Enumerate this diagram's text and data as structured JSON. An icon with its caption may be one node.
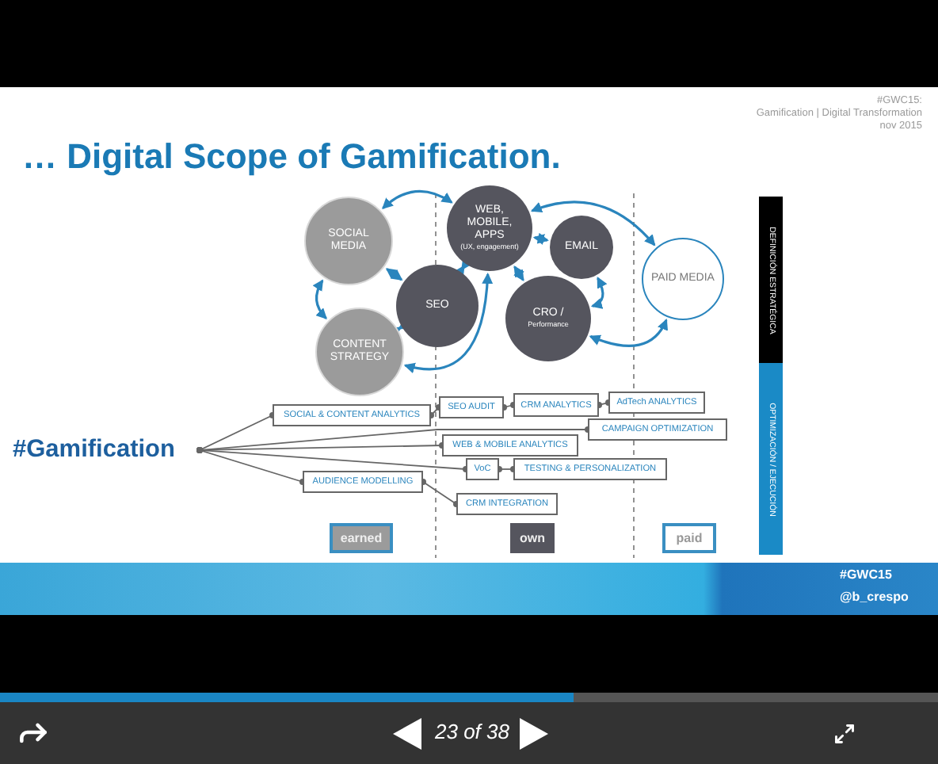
{
  "diagram": {
    "title": "… Digital Scope of Gamification.",
    "nodes": [
      {
        "text": [
          "SOCIAL MEDIA"
        ]
      },
      {
        "text": [
          "WEB, MOBILE, APPS",
          "(UX, engagement)"
        ]
      },
      {
        "text": [
          "EMAIL"
        ]
      },
      {
        "text": [
          "PAID MEDIA"
        ]
      },
      {
        "text": [
          "SEO"
        ]
      },
      {
        "text": [
          "CRO /",
          "Performance"
        ]
      },
      {
        "text": [
          "CONTENT STRATEGY"
        ]
      },
      {
        "text": [
          "#Gamification"
        ]
      },
      {
        "text": [
          "SOCIAL & CONTENT ANALYTICS"
        ]
      },
      {
        "text": [
          "SEO AUDIT"
        ]
      },
      {
        "text": [
          "CRM ANALYTICS"
        ]
      },
      {
        "text": [
          "AdTech ANALYTICS"
        ]
      },
      {
        "text": [
          "CAMPAIGN OPTIMIZATION"
        ]
      },
      {
        "text": [
          "WEB & MOBILE ANALYTICS"
        ]
      },
      {
        "text": [
          "VoC"
        ]
      },
      {
        "text": [
          "TESTING & PERSONALIZATION"
        ]
      },
      {
        "text": [
          "AUDIENCE MODELLING"
        ]
      },
      {
        "text": [
          "CRM INTEGRATION"
        ]
      },
      {
        "text": [
          "earned"
        ]
      },
      {
        "text": [
          "own"
        ]
      },
      {
        "text": [
          "paid"
        ]
      },
      {
        "text": [
          "DEFINICIÓN ESTRATÉGICA"
        ]
      },
      {
        "text": [
          "OPTIMIZACIÓN / EJECUCIÓN"
        ]
      }
    ],
    "edges": [
      {
        "from": 0,
        "to": 1,
        "arrow": "both"
      },
      {
        "from": 0,
        "to": 4,
        "arrow": "both"
      },
      {
        "from": 0,
        "to": 6,
        "arrow": "both"
      },
      {
        "from": 6,
        "to": 4,
        "arrow": "both"
      },
      {
        "from": 4,
        "to": 1,
        "arrow": "both"
      },
      {
        "from": 6,
        "to": 1,
        "arrow": "both"
      },
      {
        "from": 1,
        "to": 2,
        "arrow": "both"
      },
      {
        "from": 1,
        "to": 5,
        "arrow": "both"
      },
      {
        "from": 2,
        "to": 5,
        "arrow": "both"
      },
      {
        "from": 1,
        "to": 3,
        "arrow": "both"
      },
      {
        "from": 5,
        "to": 3,
        "arrow": "both"
      },
      {
        "from": 7,
        "to": 8,
        "arrow": "other",
        "color": "#666666"
      },
      {
        "from": 8,
        "to": 9,
        "arrow": "other",
        "color": "#666666"
      },
      {
        "from": 9,
        "to": 10,
        "arrow": "other",
        "color": "#666666"
      },
      {
        "from": 10,
        "to": 11,
        "arrow": "other",
        "color": "#666666"
      },
      {
        "from": 7,
        "to": 12,
        "arrow": "other",
        "color": "#666666"
      },
      {
        "from": 7,
        "to": 13,
        "arrow": "other",
        "color": "#666666"
      },
      {
        "from": 7,
        "to": 14,
        "arrow": "other",
        "color": "#666666"
      },
      {
        "from": 14,
        "to": 15,
        "arrow": "other",
        "color": "#666666"
      },
      {
        "from": 7,
        "to": 16,
        "arrow": "other",
        "color": "#666666"
      },
      {
        "from": 16,
        "to": 17,
        "arrow": "other",
        "color": "#666666"
      }
    ],
    "labels": [
      "#GWC15:",
      "Gamification | Digital Transformation",
      "nov 2015",
      "#GWC15",
      "@b_crespo",
      "23 of 38"
    ]
  }
}
